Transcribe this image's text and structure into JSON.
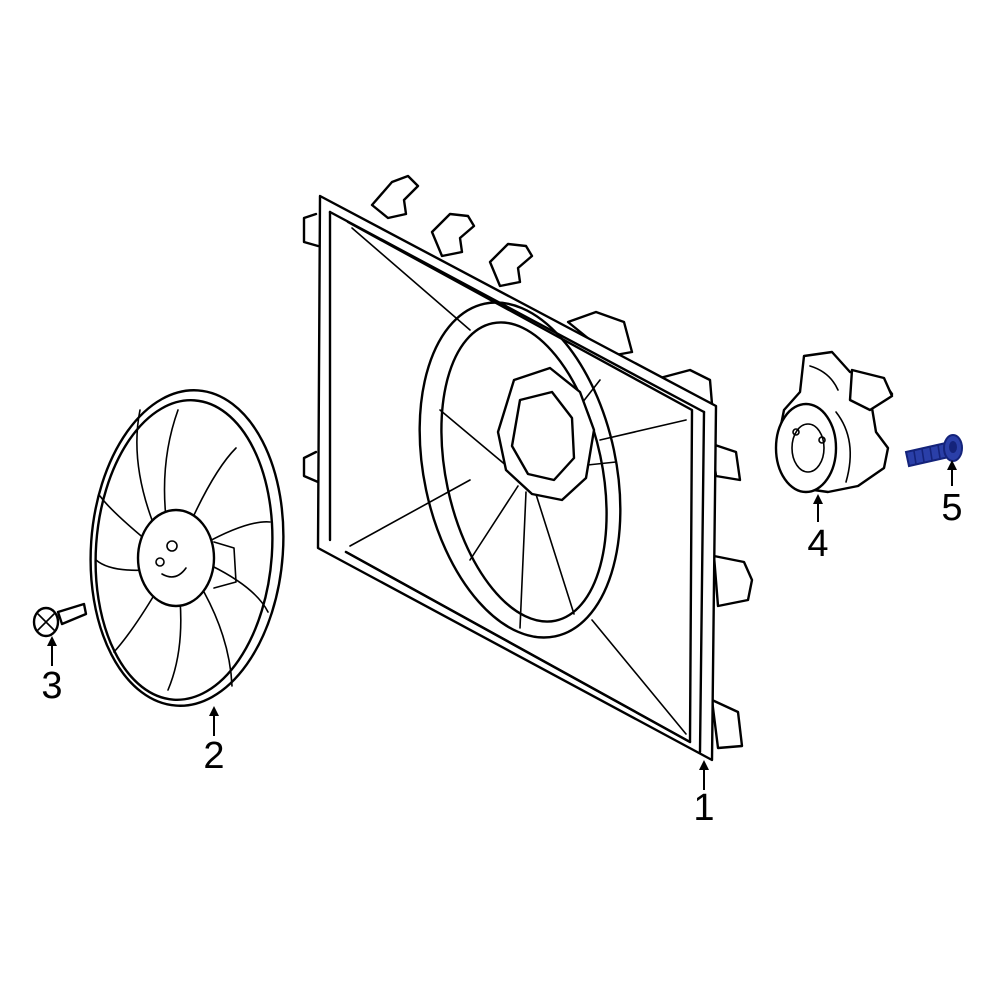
{
  "colors": {
    "line": "#000000",
    "background": "#ffffff",
    "highlight": "#2a3fa8",
    "highlight_dark": "#14237a"
  },
  "parts": [
    {
      "number": "1",
      "component": "fan-shroud",
      "highlighted": false
    },
    {
      "number": "2",
      "component": "fan-blade",
      "highlighted": false
    },
    {
      "number": "3",
      "component": "blade-bolt",
      "highlighted": false
    },
    {
      "number": "4",
      "component": "fan-motor",
      "highlighted": false
    },
    {
      "number": "5",
      "component": "motor-bolt",
      "highlighted": true
    }
  ]
}
